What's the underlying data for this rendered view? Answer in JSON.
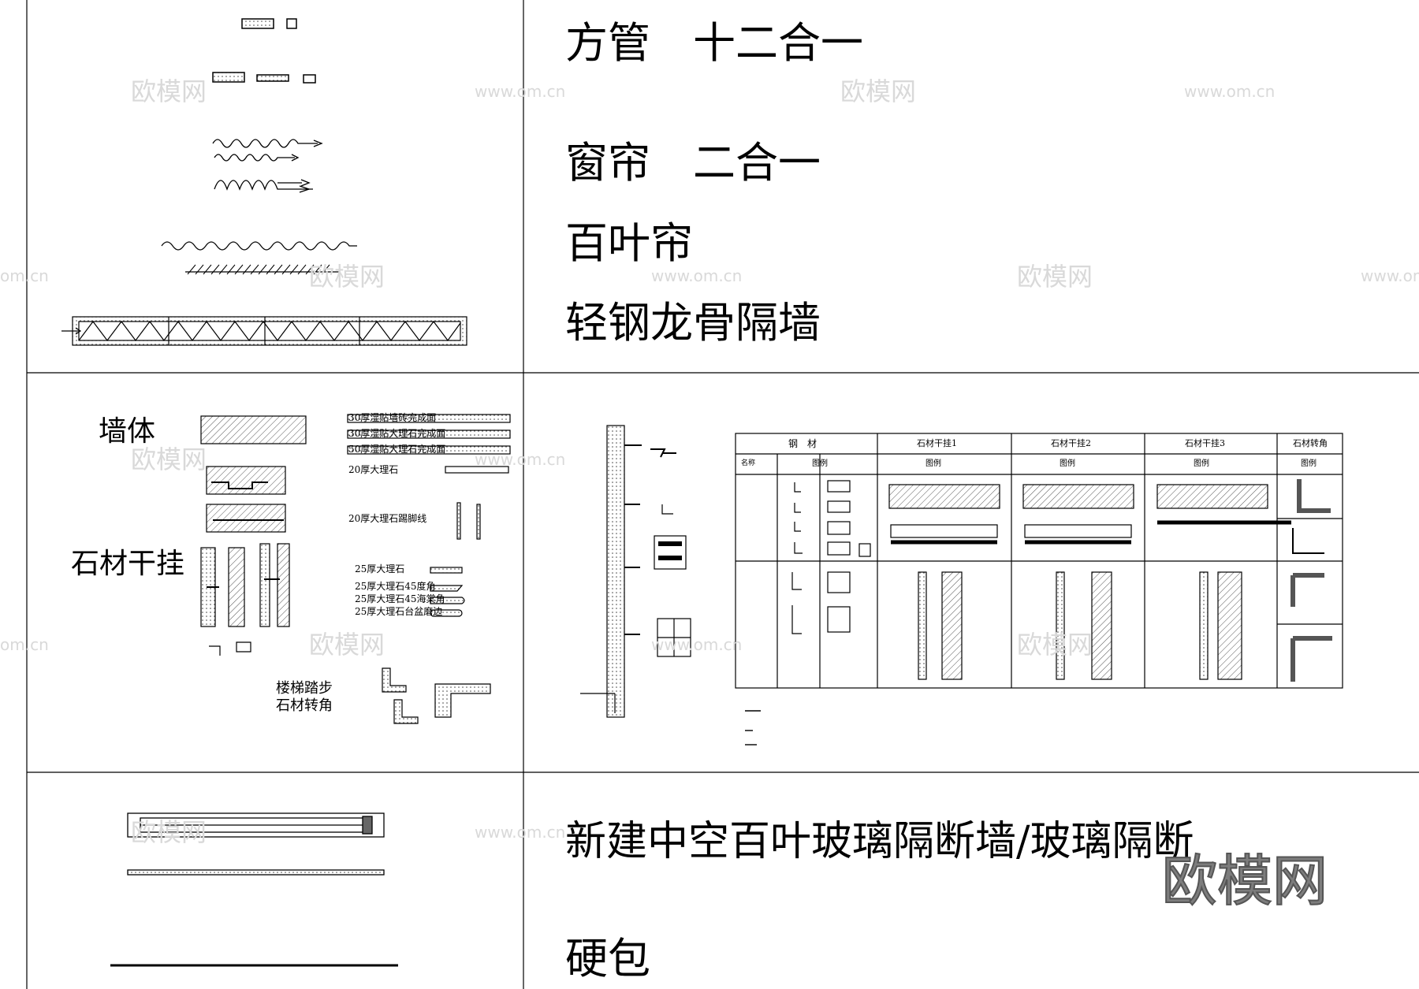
{
  "headings": {
    "square_tube": "方管　十二合一",
    "curtain": "窗帘　二合一",
    "blinds": "百叶帘",
    "stud_wall": "轻钢龙骨隔墙",
    "glass_partition": "新建中空百叶玻璃隔断墙/玻璃隔断",
    "hard_wrap": "硬包"
  },
  "labels": {
    "wall": "墙体",
    "stone_dry_hang": "石材干挂",
    "stair_step": "楼梯踏步",
    "stone_corner": "石材转角"
  },
  "notes": [
    "30厚湿贴墙砖完成面",
    "30厚湿贴大理石完成面",
    "50厚湿贴大理石完成面",
    "20厚大理石",
    "20厚大理石踢脚线",
    "25厚大理石",
    "25厚大理石45度角",
    "25厚大理石45海棠角",
    "25厚大理石台盆磨边"
  ],
  "table": {
    "headers": [
      "钢　材",
      "石材干挂1",
      "石材干挂2",
      "石材干挂3",
      "石材转角"
    ],
    "subheaders": [
      "名称",
      "图例",
      "图例",
      "图例",
      "图例",
      "图例"
    ]
  },
  "watermarks": {
    "small_cn": "欧模网",
    "small_url": "www.om.cn",
    "url_fragment": "om.cn",
    "large": "欧模网"
  }
}
